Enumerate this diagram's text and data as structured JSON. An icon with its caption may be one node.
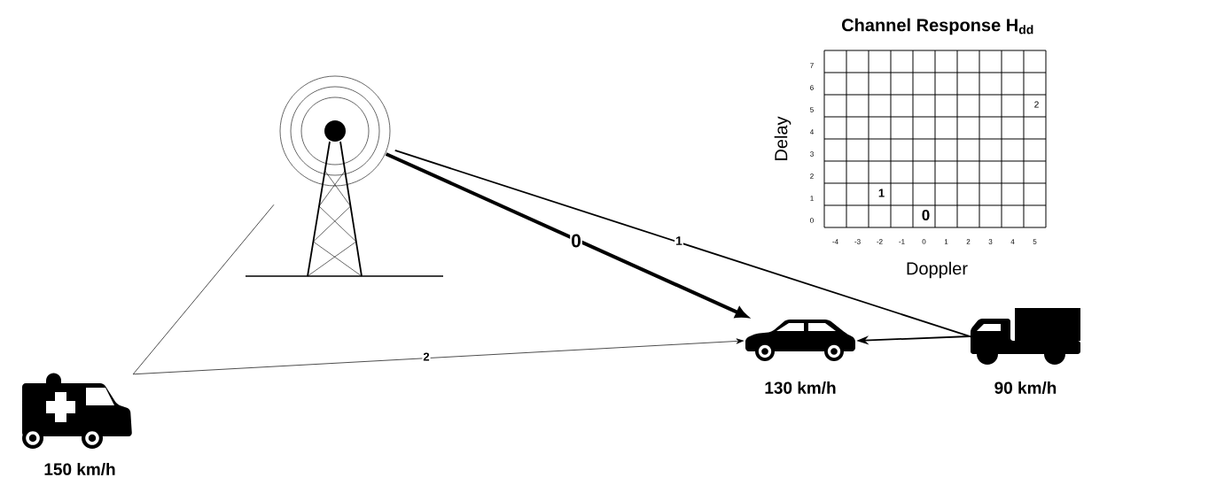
{
  "diagram": {
    "title": "Channel Response H$_{dd}$",
    "nodes": [
      {
        "text": [],
        "shape": "tower"
      },
      {
        "text": [],
        "shape": "car",
        "beside": [
          "130 km/h"
        ]
      },
      {
        "text": [],
        "shape": "truck",
        "beside": [
          "90 km/h"
        ]
      },
      {
        "text": [],
        "shape": "ambulance",
        "beside": [
          "150 km/h"
        ]
      }
    ],
    "edges": [
      {
        "from": 0,
        "to": 1,
        "arrow": "to",
        "label": "0",
        "style": "thick"
      },
      {
        "from": 0,
        "to": 2,
        "arrow": "none",
        "label": "1"
      },
      {
        "from": 2,
        "to": 1,
        "arrow": "to"
      },
      {
        "from": 0,
        "to": 3,
        "arrow": "none"
      },
      {
        "from": 3,
        "to": 1,
        "arrow": "to",
        "label": "2"
      }
    ],
    "labels": [
      "7",
      "6",
      "5",
      "4",
      "3",
      "2",
      "1",
      "0",
      "-4",
      "-3",
      "-2",
      "-1",
      "0",
      "1",
      "2",
      "3",
      "4",
      "5",
      "Delay",
      "Doppler",
      "2",
      "1",
      "0"
    ]
  }
}
